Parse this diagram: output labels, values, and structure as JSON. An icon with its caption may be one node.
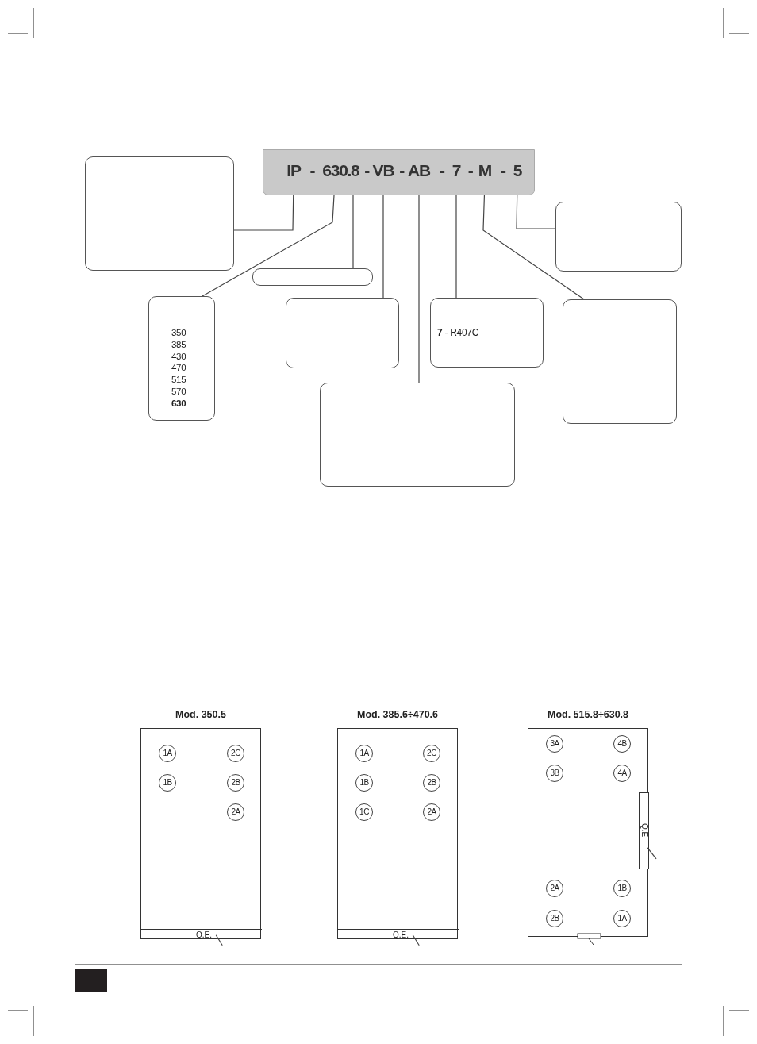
{
  "diagram": {
    "nodes": [
      {
        "text": [],
        "shape": "box"
      },
      {
        "text": [
          "IP"
        ],
        "in": 0
      },
      {
        "text": [
          "630"
        ],
        "in": 0
      },
      {
        "text": [
          ".8"
        ],
        "in": 0
      },
      {
        "text": [
          "VB"
        ],
        "in": 0
      },
      {
        "text": [
          "AB"
        ],
        "in": 0
      },
      {
        "text": [
          "7"
        ],
        "in": 0
      },
      {
        "text": [
          "M"
        ],
        "in": 0
      },
      {
        "text": [
          "5"
        ],
        "in": 0
      },
      {
        "text": [],
        "shape": "box"
      },
      {
        "text": [],
        "shape": "box"
      },
      {
        "text": [
          "350 385 430 470 515 570 **630**"
        ]
      },
      {
        "text": [],
        "shape": "box"
      },
      {
        "text": [
          "**7** - R407C"
        ]
      },
      {
        "text": [],
        "shape": "box"
      },
      {
        "text": [],
        "shape": "box"
      },
      {
        "text": [],
        "shape": "box"
      },
      {
        "text": [
          "Mod. 350.5"
        ]
      },
      {
        "text": [
          "1A"
        ],
        "in": 17
      },
      {
        "text": [
          "2C"
        ],
        "in": 17
      },
      {
        "text": [
          "1B"
        ],
        "in": 17
      },
      {
        "text": [
          "2B"
        ],
        "in": 17
      },
      {
        "text": [
          "2A"
        ],
        "in": 17
      },
      {
        "text": [
          "Q.E."
        ],
        "in": 17
      },
      {
        "text": [
          "Mod. 385.6÷470.6"
        ]
      },
      {
        "text": [
          "1A"
        ],
        "in": 24
      },
      {
        "text": [
          "2C"
        ],
        "in": 24
      },
      {
        "text": [
          "1B"
        ],
        "in": 24
      },
      {
        "text": [
          "2B"
        ],
        "in": 24
      },
      {
        "text": [
          "1C"
        ],
        "in": 24
      },
      {
        "text": [
          "2A"
        ],
        "in": 24
      },
      {
        "text": [
          "Q.E."
        ],
        "in": 24
      },
      {
        "text": [
          "Mod. 515.8÷630.8"
        ]
      },
      {
        "text": [
          "3A"
        ],
        "in": 32
      },
      {
        "text": [
          "4B"
        ],
        "in": 32
      },
      {
        "text": [
          "3B"
        ],
        "in": 32
      },
      {
        "text": [
          "4A"
        ],
        "in": 32
      },
      {
        "text": [
          "Q.E."
        ],
        "in": 32
      },
      {
        "text": [
          "2A"
        ],
        "in": 32
      },
      {
        "text": [
          "1B"
        ],
        "in": 32
      },
      {
        "text": [
          "2B"
        ],
        "in": 32
      },
      {
        "text": [
          "1A"
        ],
        "in": 32
      }
    ],
    "edges": [
      {
        "from": 1,
        "to": 9,
        "arrow": "none"
      },
      {
        "from": 2,
        "to": 11,
        "arrow": "none"
      },
      {
        "from": 3,
        "to": 10,
        "arrow": "none"
      },
      {
        "from": 4,
        "to": 12,
        "arrow": "none"
      },
      {
        "from": 5,
        "to": 16,
        "arrow": "none"
      },
      {
        "from": 6,
        "to": 13,
        "arrow": "none"
      },
      {
        "from": 7,
        "to": 15,
        "arrow": "none"
      },
      {
        "from": 8,
        "to": 14,
        "arrow": "none"
      },
      {
        "from": 23,
        "to": null,
        "arrow": "none"
      },
      {
        "from": 31,
        "to": null,
        "arrow": "none"
      },
      {
        "from": 37,
        "to": null,
        "arrow": "none"
      }
    ],
    "labels": [
      "-",
      "-",
      "-",
      "-",
      "-",
      "-"
    ]
  }
}
